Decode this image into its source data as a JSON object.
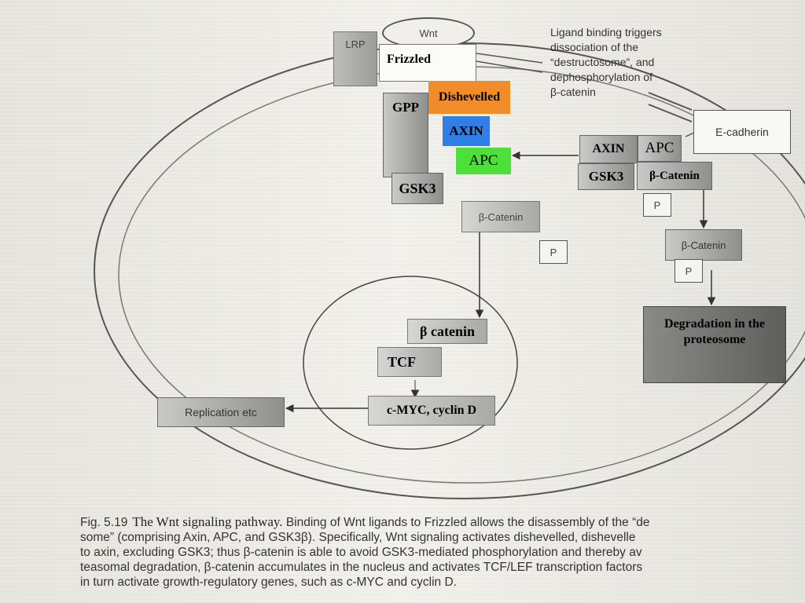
{
  "membrane": {
    "lrp_label": "LRP",
    "wnt_label": "Wnt",
    "frizzled_label": "Frizzled",
    "ecadherin_label": "E-cadherin"
  },
  "note": {
    "lines": [
      "Ligand binding triggers",
      "dissociation of the",
      "“destructosome”, and",
      "dephosphorylation of",
      "β-catenin"
    ]
  },
  "complex_active": {
    "gpp": "GPP",
    "dishevelled": "Dishevelled",
    "axin": "AXIN",
    "apc": "APC",
    "gsk3": "GSK3"
  },
  "destructosome": {
    "axin": "AXIN",
    "apc": "APC",
    "gsk3": "GSK3",
    "beta_catenin": "β-Catenin",
    "p": "P"
  },
  "cytoplasm": {
    "beta_catenin_free": "β-Catenin",
    "p_free": "P",
    "beta_catenin_phos": "β-Catenin",
    "p_phos": "P",
    "degradation": "Degradation in the proteosome"
  },
  "nucleus": {
    "beta_catenin": "β catenin",
    "tcf": "TCF",
    "targets": "c-MYC, cyclin D"
  },
  "replication": "Replication etc",
  "caption": {
    "fig_no": "Fig. 5.19",
    "title": "The Wnt signaling pathway.",
    "line1": "Binding of Wnt ligands to Frizzled allows the disassembly of the “de",
    "line2": "some” (comprising Axin, APC, and GSK3β). Specifically, Wnt signaling activates dishevelled, dishevelle",
    "line3": "to axin, excluding GSK3; thus β-catenin is able to avoid GSK3-mediated phosphorylation and thereby av",
    "line4": "teasomal degradation, β-catenin accumulates in the nucleus and activates TCF/LEF transcription factors",
    "line5": "in turn activate growth-regulatory genes, such as c-MYC and cyclin D."
  },
  "colors": {
    "dishevelled": "#f28c28",
    "axin": "#2f7fe6",
    "apc": "#4ddf3a"
  }
}
